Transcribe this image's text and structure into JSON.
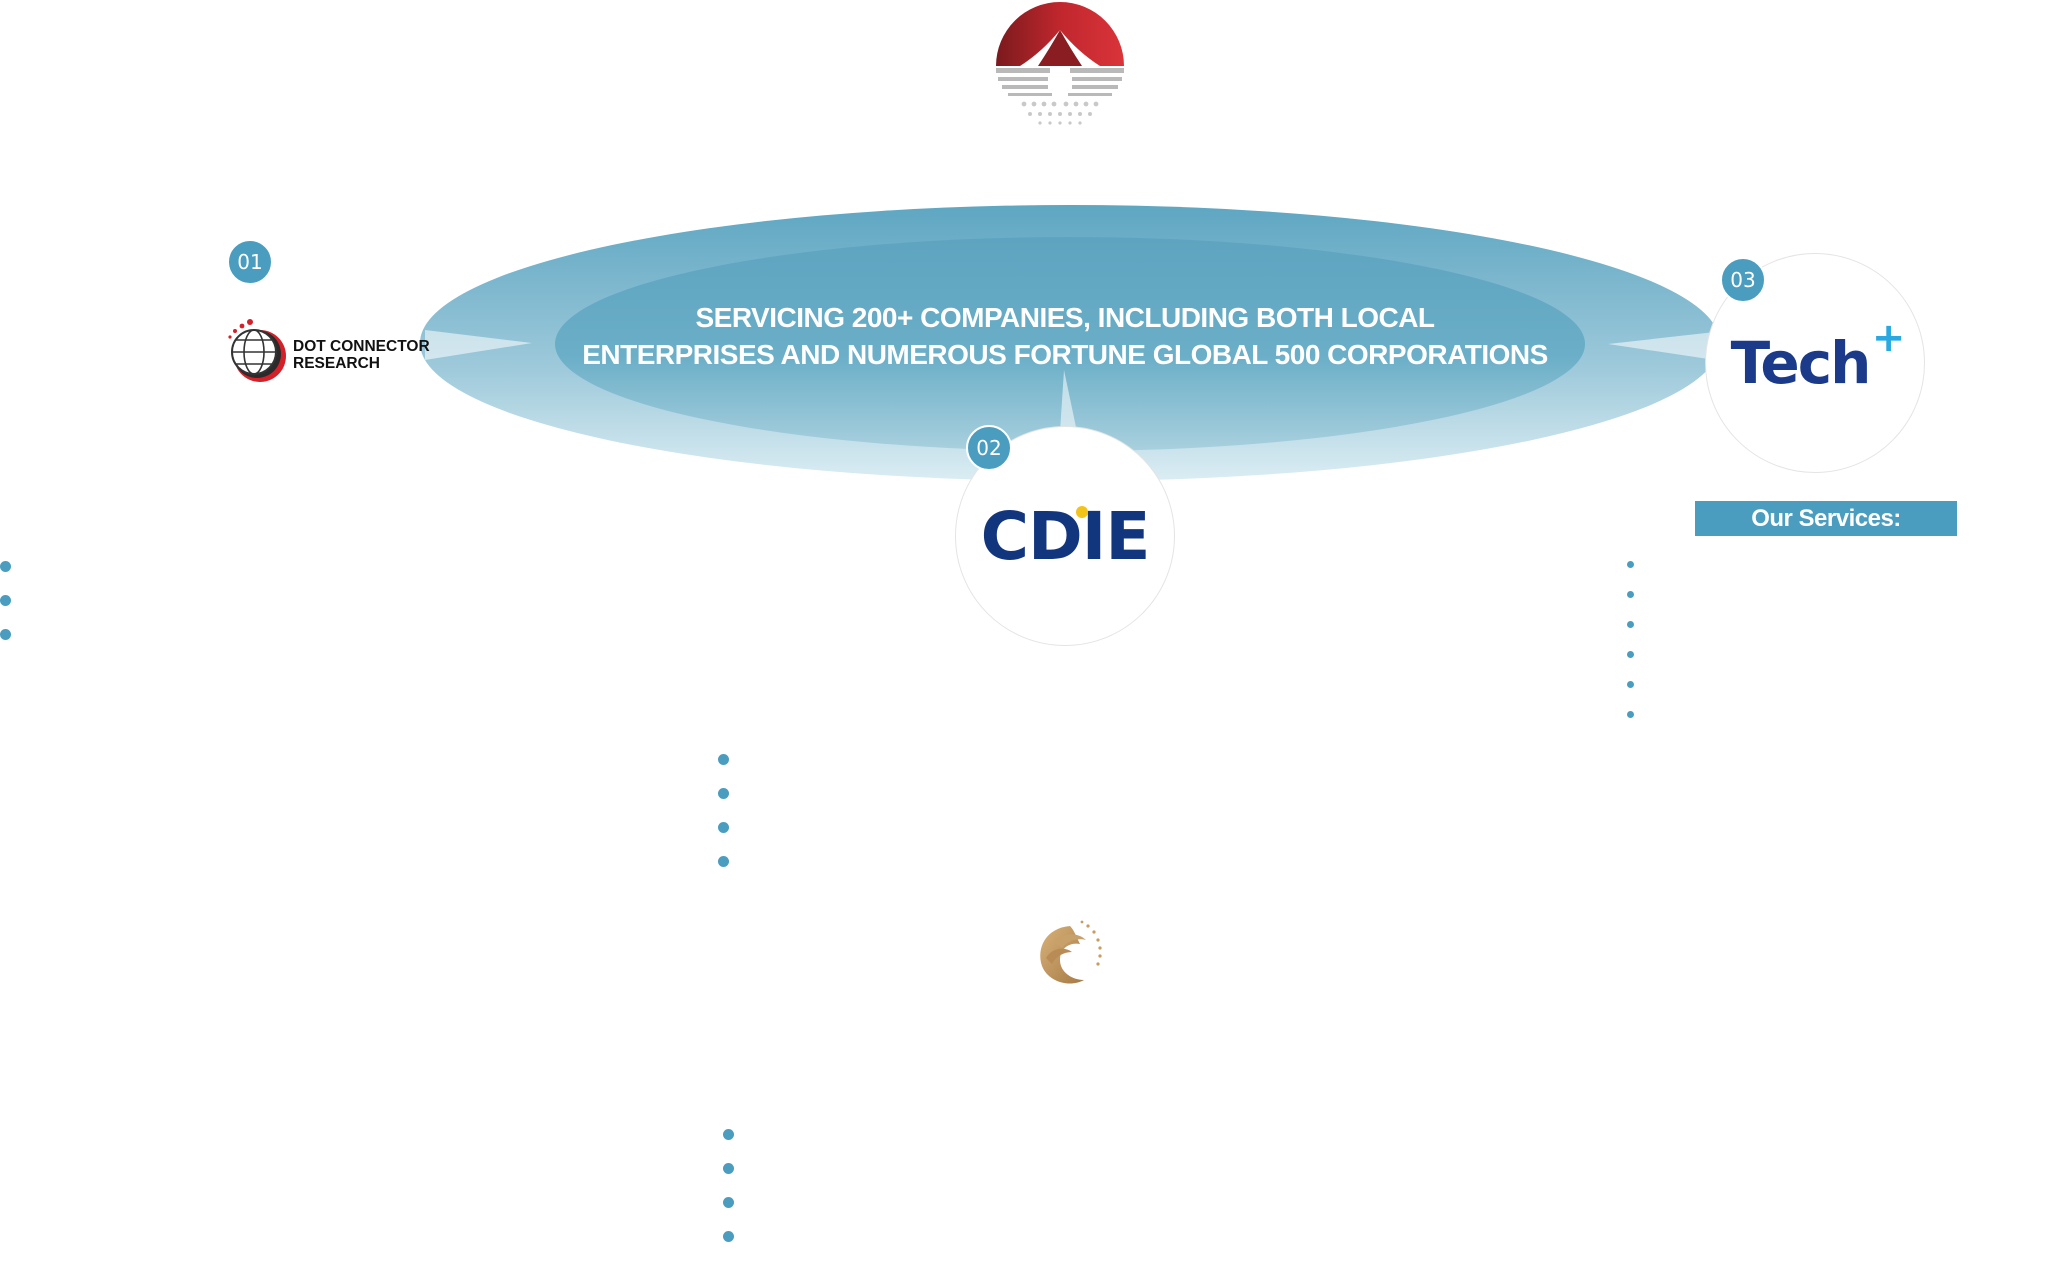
{
  "headline": {
    "line1": "SERVICING 200+ COMPANIES, INCLUDING BOTH LOCAL",
    "line2": "ENTERPRISES AND NUMEROUS FORTUNE GLOBAL 500 CORPORATIONS"
  },
  "partners": [
    {
      "number": "01",
      "name_line1": "DOT CONNECTOR",
      "name_line2": "RESEARCH",
      "logo": "dot-connector-globe-logo"
    },
    {
      "number": "02",
      "name": "CDIE",
      "logo": "cdie-logo"
    },
    {
      "number": "03",
      "name": "Tech",
      "plus": "+",
      "logo": "tech-plus-logo"
    }
  ],
  "services_label": "Our Services:",
  "icons": {
    "top_logo": "red-arch-logo",
    "bottom_logo": "golden-eagle-logo"
  },
  "colors": {
    "accent": "#4a9dbf",
    "ellipse_dark": "#6aaec7",
    "ellipse_light": "#dbedf3",
    "tech_blue": "#1b3a8a",
    "cdie_blue": "#12367e",
    "red_logo": "#c0272d"
  }
}
